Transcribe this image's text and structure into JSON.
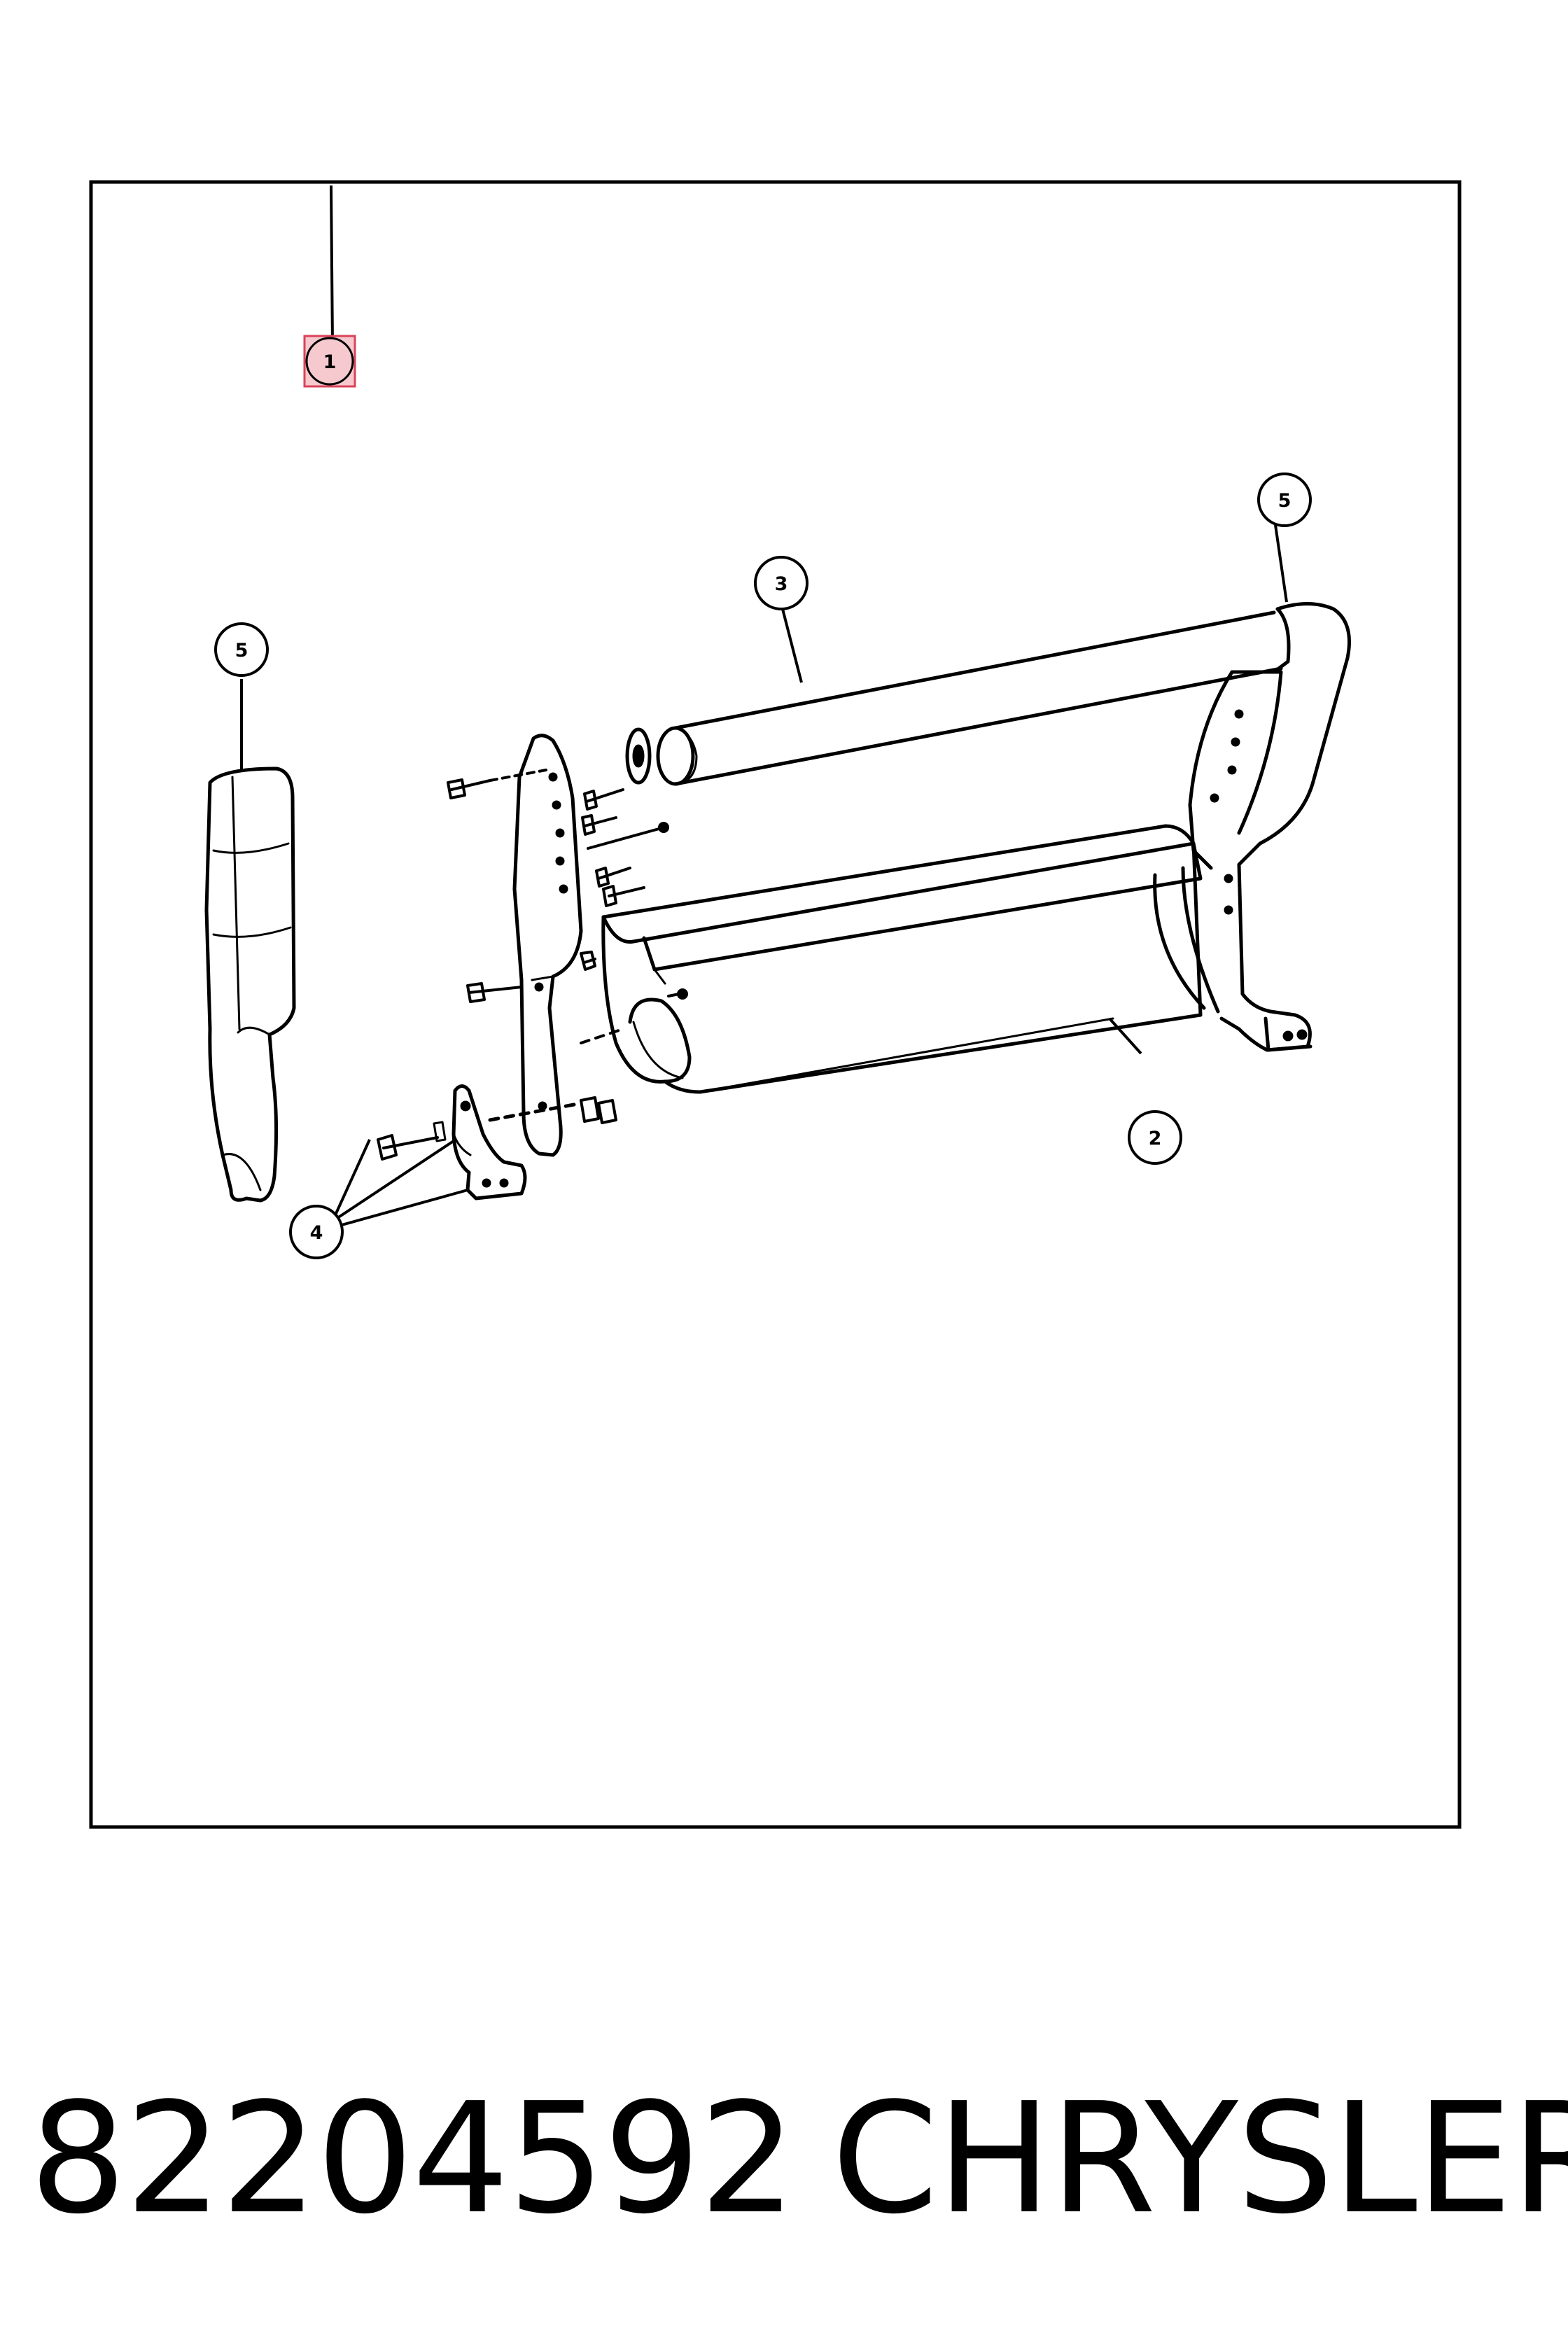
{
  "callouts": [
    {
      "id": "1",
      "label": "1",
      "highlighted": true
    },
    {
      "id": "2",
      "label": "2"
    },
    {
      "id": "3",
      "label": "3"
    },
    {
      "id": "4",
      "label": "4"
    },
    {
      "id": "5a",
      "label": "5"
    },
    {
      "id": "5b",
      "label": "5"
    }
  ],
  "caption": {
    "part_number": "82204592",
    "brand": "CHRYSLER"
  },
  "colors": {
    "line": "#000000",
    "highlight_fill": "#f6c9cf",
    "highlight_stroke": "#d9435a"
  }
}
